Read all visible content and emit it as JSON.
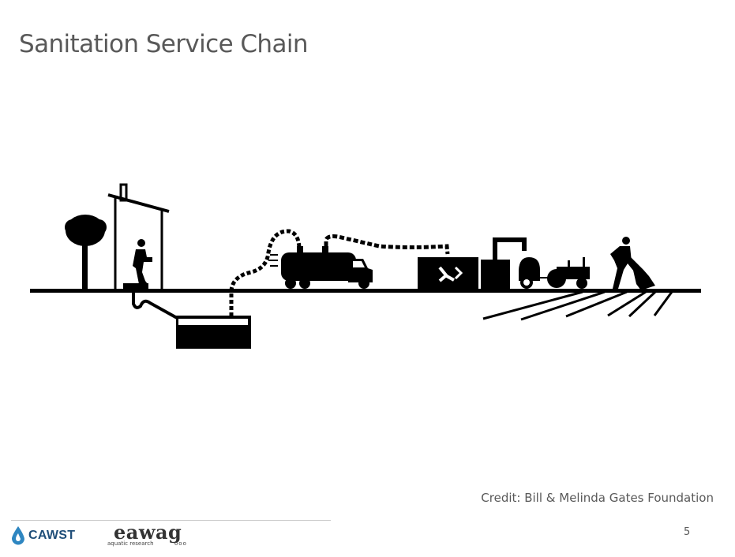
{
  "slide": {
    "title": "Sanitation Service Chain",
    "credit": "Credit: Bill & Melinda Gates Foundation",
    "page_number": "5"
  },
  "illustration": {
    "description": "Sanitation service chain pictogram",
    "stages": [
      {
        "name": "containment",
        "elements": [
          "tree-icon",
          "toilet-shelter-icon",
          "person-squatting-icon",
          "pipe-icon",
          "septic-tank-icon"
        ]
      },
      {
        "name": "emptying-and-transport",
        "elements": [
          "vacuum-hose-icon",
          "vacuum-truck-icon"
        ]
      },
      {
        "name": "treatment",
        "elements": [
          "treatment-plant-icon",
          "treatment-tank-icon"
        ]
      },
      {
        "name": "end-use",
        "elements": [
          "trailer-icon",
          "tractor-icon",
          "farmer-spreading-icon",
          "field-furrows-icon"
        ]
      }
    ],
    "colors": {
      "ink": "#000000",
      "background": "#ffffff"
    }
  },
  "footer": {
    "cawst_logo_text": "CAWST",
    "eawag_logo_text": "eawag",
    "eawag_tagline": "aquatic research",
    "eawag_dots": "ooo",
    "colors": {
      "cawst_blue": "#1f4e79",
      "cawst_drop": "#2e86c1",
      "eawag_gray": "#333333"
    }
  }
}
